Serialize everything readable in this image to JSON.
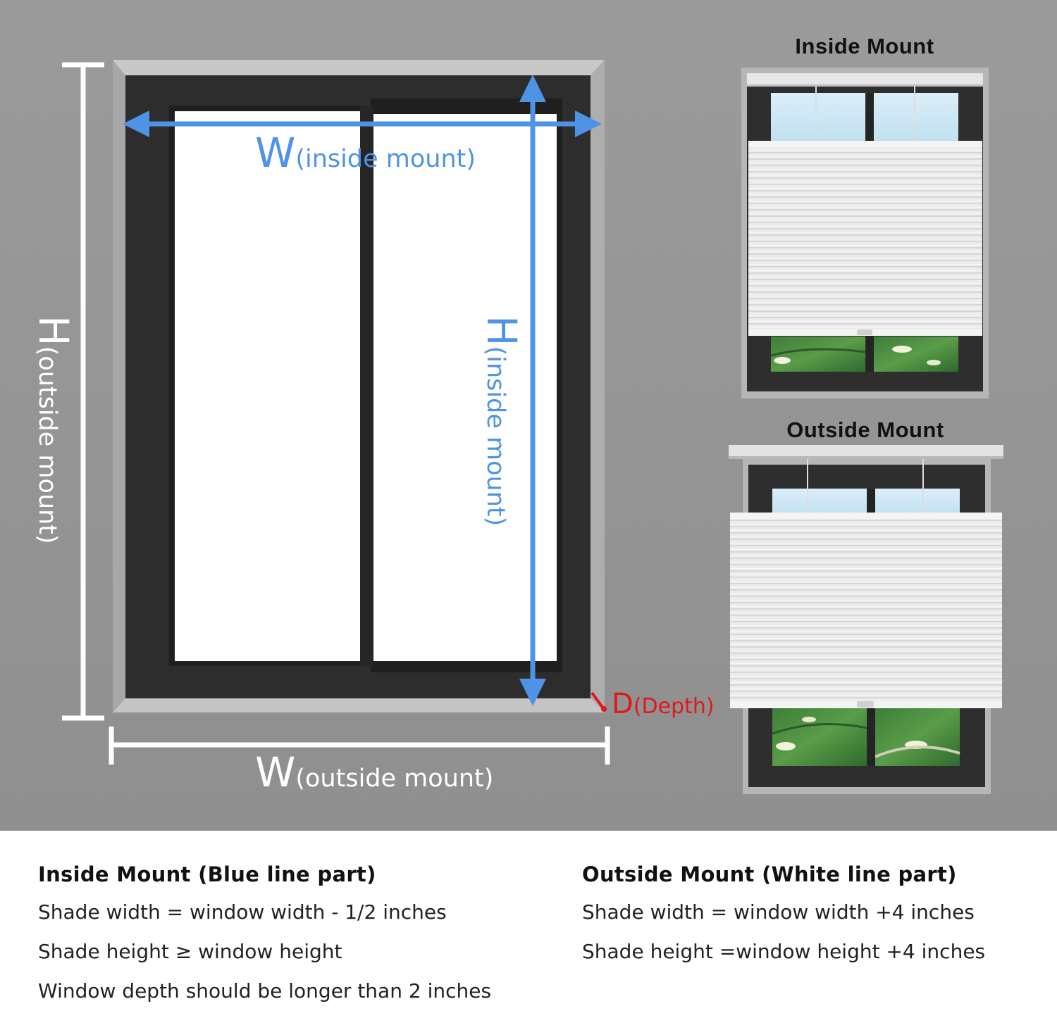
{
  "diagram": {
    "width_inside_letter": "W",
    "width_inside_sub": "(inside mount)",
    "height_inside_letter": "H",
    "height_inside_sub": "(inside mount)",
    "height_outside_letter": "H",
    "height_outside_sub": "(outside mount)",
    "width_outside_letter": "W",
    "width_outside_sub": "(outside mount)",
    "depth_letter": "D",
    "depth_sub": "(Depth)"
  },
  "examples": {
    "inside_title": "Inside Mount",
    "outside_title": "Outside Mount"
  },
  "colors": {
    "wall": "#969696",
    "frame": "#2f2f2f",
    "inside_line": "#4f93e6",
    "outside_line": "#ffffff",
    "depth_mark": "#e21818"
  },
  "notes": {
    "inside": {
      "heading": "Inside Mount (Blue line part)",
      "lines": [
        "Shade width = window width - 1/2 inches",
        "Shade height ≥ window height",
        "Window depth should be longer than 2 inches"
      ]
    },
    "outside": {
      "heading": "Outside Mount (White line part)",
      "lines": [
        "Shade width = window width +4 inches",
        "Shade height =window height +4 inches"
      ]
    }
  }
}
